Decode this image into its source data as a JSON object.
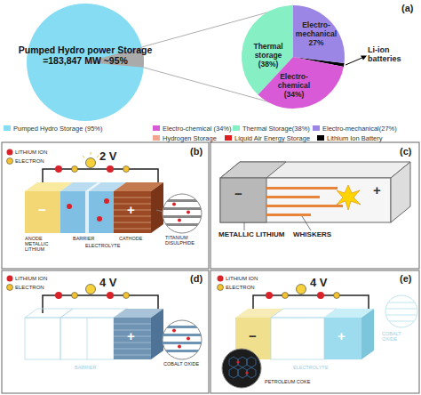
{
  "diagram": {
    "nodes": [
      {
        "text": [
          "Pumped Hydro power Storage =183,847 MW ~95%"
        ]
      },
      {
        "text": [
          "Thermal storage (38%)"
        ]
      },
      {
        "text": [
          "Electro-mechanical 27%"
        ]
      },
      {
        "text": [
          "Electro-chemical (34%)"
        ]
      }
    ],
    "labels": [
      "(a)",
      "Li-ion batteries",
      "(b)",
      "LITHIUM ION",
      "ELECTRON",
      "2 V",
      "ANODE METALLIC LITHIUM",
      "BARRIER",
      "ELECTROLYTE",
      "CATHODE",
      "TITANIUM DISULPHIDE",
      "−",
      "+",
      "(c)",
      "METALLIC LITHIUM",
      "WHISKERS",
      "−",
      "+",
      "(d)",
      "LITHIUM ION",
      "ELECTRON",
      "4 V",
      "COBALT OXIDE",
      "BARRIER",
      "+",
      "(e)",
      "LITHIUM ION",
      "ELECTRON",
      "4 V",
      "PETROLEUM COKE",
      "ELECTROLYTE",
      "COBALT OXIDE",
      "−",
      "+"
    ],
    "legend": [
      {
        "text": "Pumped Hydro Storage (95%)",
        "color": "#86dcf2"
      },
      {
        "text": "Electro-chemical (34%)",
        "color": "#d85ad6"
      },
      {
        "text": "Thermal Storage(38%)",
        "color": "#86efc4"
      },
      {
        "text": "Electro-mechanical(27%)",
        "color": "#9b86e6"
      },
      {
        "text": "Hydrogen Storage",
        "color": "#f4a58e"
      },
      {
        "text": "Liquid Air Energy Storage",
        "color": "#e0201e"
      },
      {
        "text": "Lithium Ion Battery",
        "color": "#000000"
      }
    ]
  }
}
